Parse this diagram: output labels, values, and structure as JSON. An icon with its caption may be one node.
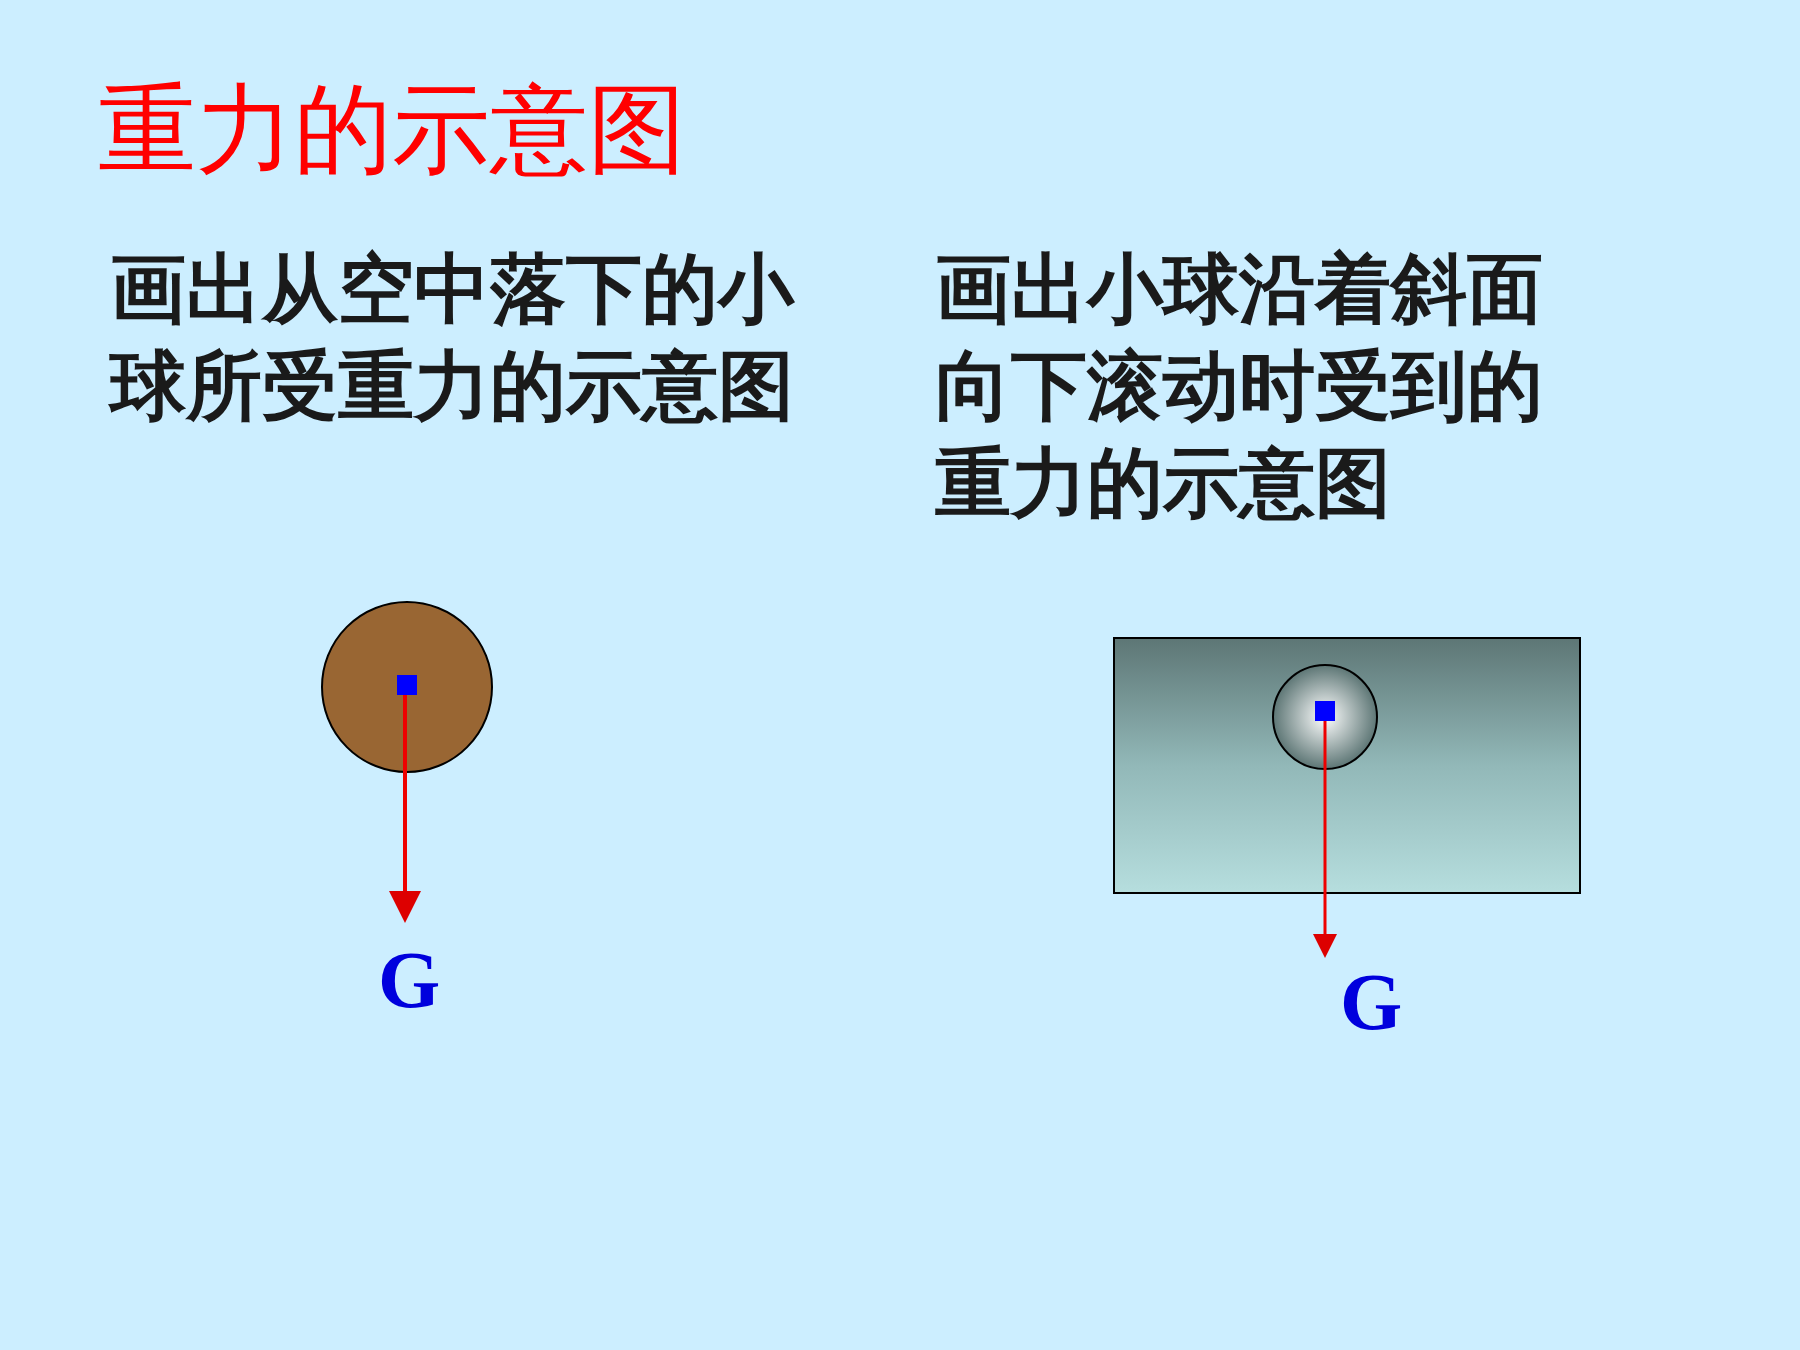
{
  "diagram": {
    "title": "重力的示意图",
    "labels": [
      "画出从空中落下的小球所受重力的示意图",
      "画出小球沿着斜面向下滚动时受到的重力的示意图",
      "G",
      "G"
    ]
  }
}
